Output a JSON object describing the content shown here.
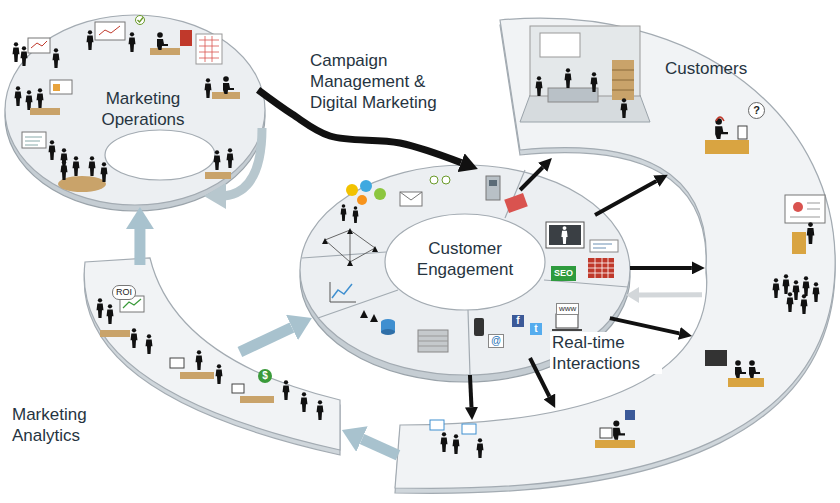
{
  "diagram": {
    "nodes": [
      {
        "text": [
          "Marketing Operations"
        ]
      },
      {
        "text": [
          "Customer Engagement"
        ]
      },
      {
        "text": [
          "Customers"
        ]
      },
      {
        "text": [
          "Marketing Analytics"
        ]
      }
    ],
    "edges": [
      {
        "from": 0,
        "to": 1,
        "label": "Campaign Management & Digital Marketing",
        "arrow": "to"
      },
      {
        "from": 1,
        "to": 2,
        "arrow": "to"
      },
      {
        "from": 1,
        "to": 2,
        "arrow": "to"
      },
      {
        "from": 1,
        "to": 2,
        "arrow": "to"
      },
      {
        "from": 1,
        "to": 2,
        "arrow": "to"
      },
      {
        "from": 1,
        "to": 2,
        "label": "Real-time Interactions",
        "arrow": "to"
      },
      {
        "from": 1,
        "to": 2,
        "arrow": "to"
      },
      {
        "from": 2,
        "to": 3,
        "arrow": "to"
      },
      {
        "from": 3,
        "to": 0,
        "arrow": "to"
      },
      {
        "from": 3,
        "to": 1,
        "arrow": "to"
      },
      {
        "from": 2,
        "to": 1,
        "arrow": "to"
      }
    ],
    "labels": [
      "ROI",
      "SEO",
      "www",
      "f",
      "t",
      "@",
      "$",
      "?"
    ]
  }
}
